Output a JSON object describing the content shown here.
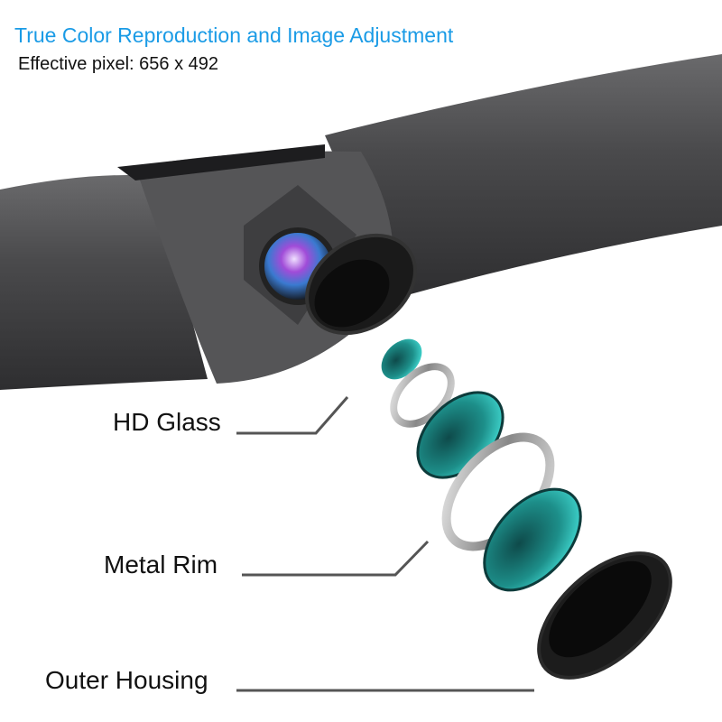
{
  "header": {
    "title": "True Color Reproduction and Image Adjustment",
    "subtitle": "Effective pixel: 656 x 492"
  },
  "callouts": {
    "hd_glass": "HD Glass",
    "metal_rim": "Metal Rim",
    "outer_housing": "Outer Housing"
  },
  "colors": {
    "title": "#1a9be6",
    "body": "#4a4a4c",
    "glass": "#1fa7a0"
  }
}
